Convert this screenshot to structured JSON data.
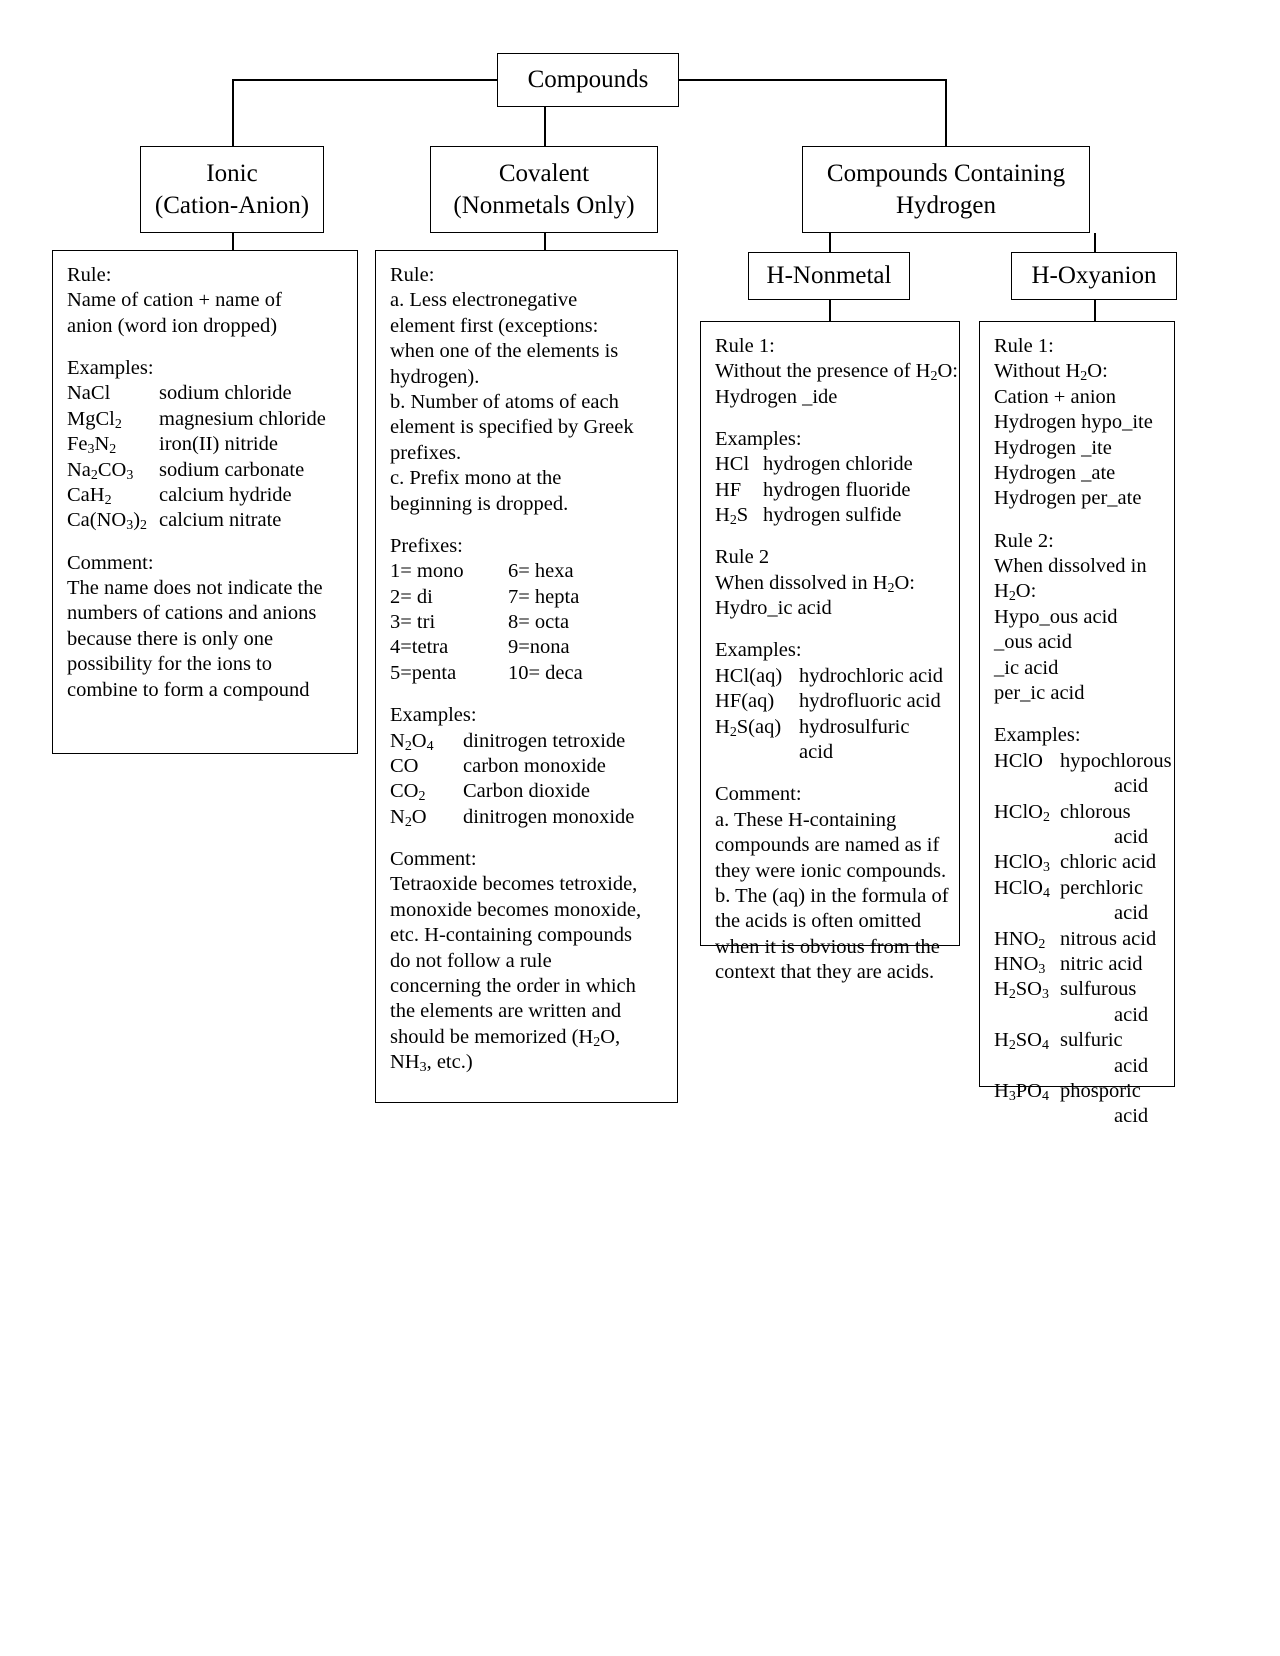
{
  "title": "Compounds naming flowchart",
  "nodes": {
    "root": "Compounds",
    "ionic_l1": "Ionic",
    "ionic_l2": "(Cation-Anion)",
    "covalent_l1": "Covalent",
    "covalent_l2": "(Nonmetals Only)",
    "hydrogen_l1": "Compounds Containing",
    "hydrogen_l2": "Hydrogen",
    "h_nonmetal": "H-Nonmetal",
    "h_oxyanion": "H-Oxyanion"
  },
  "ionic_panel": {
    "rule_heading": "Rule:",
    "rule_lines": [
      "Name of cation + name of",
      "anion (word ion dropped)"
    ],
    "examples_heading": "Examples:",
    "examples": [
      {
        "formula_html": "NaCl",
        "name": "sodium chloride"
      },
      {
        "formula_html": "MgCl<sub>2</sub>",
        "name": "magnesium chloride"
      },
      {
        "formula_html": "Fe<sub>3</sub>N<sub>2</sub>",
        "name": "iron(II) nitride"
      },
      {
        "formula_html": "Na<sub>2</sub>CO<sub>3</sub>",
        "name": "sodium carbonate"
      },
      {
        "formula_html": "CaH<sub>2</sub>",
        "name": "calcium hydride"
      },
      {
        "formula_html": "Ca(NO<sub>3</sub>)<sub>2</sub>",
        "name": "calcium nitrate"
      }
    ],
    "comment_heading": "Comment:",
    "comment_lines": [
      "The name does not indicate the",
      "numbers of cations and anions",
      "because there is only one",
      "possibility for the ions to",
      "combine to form a compound"
    ]
  },
  "covalent_panel": {
    "rule_heading": "Rule:",
    "rule_lines": [
      "a. Less electronegative",
      "element first (exceptions:",
      "when one of the elements is",
      "hydrogen).",
      "b. Number of atoms of each",
      "element is specified by Greek",
      "prefixes.",
      "c. Prefix mono at the",
      "beginning is dropped."
    ],
    "prefixes_heading": "Prefixes:",
    "prefixes": [
      {
        "left": "1= mono",
        "right": "6= hexa"
      },
      {
        "left": "2= di",
        "right": "7= hepta"
      },
      {
        "left": "3= tri",
        "right": "8= octa"
      },
      {
        "left": "4=tetra",
        "right": "9=nona"
      },
      {
        "left": "5=penta",
        "right": "10= deca"
      }
    ],
    "examples_heading": "Examples:",
    "examples": [
      {
        "formula_html": "N<sub>2</sub>O<sub>4</sub>",
        "name": "dinitrogen tetroxide"
      },
      {
        "formula_html": "CO",
        "name": "carbon monoxide"
      },
      {
        "formula_html": "CO<sub>2</sub>",
        "name": "Carbon dioxide"
      },
      {
        "formula_html": "N<sub>2</sub>O",
        "name": "dinitrogen monoxide"
      }
    ],
    "comment_heading": "Comment:",
    "comment_lines_html": [
      "Tetraoxide becomes tetroxide,",
      "monoxide becomes monoxide,",
      "etc. H-containing compounds",
      "do not follow a rule",
      "concerning the order in which",
      "the elements are written and",
      "should be memorized (H<sub>2</sub>O,",
      "NH<sub>3</sub>, etc.)"
    ]
  },
  "hnonmetal_panel": {
    "rule1_heading": "Rule 1:",
    "rule1_lines_html": [
      "Without the presence of H<sub>2</sub>O:",
      "Hydrogen _ide"
    ],
    "examples1_heading": "Examples:",
    "examples1": [
      {
        "formula_html": "HCl",
        "name": "hydrogen chloride"
      },
      {
        "formula_html": "HF",
        "name": "hydrogen fluoride"
      },
      {
        "formula_html": "H<sub>2</sub>S",
        "name": "hydrogen sulfide"
      }
    ],
    "rule2_heading": "Rule 2",
    "rule2_lines_html": [
      "When dissolved in H<sub>2</sub>O:",
      "Hydro_ic acid"
    ],
    "examples2_heading": "Examples:",
    "examples2": [
      {
        "formula_html": "HCl(aq)",
        "name": "hydrochloric acid"
      },
      {
        "formula_html": "HF(aq)",
        "name": "hydrofluoric acid"
      },
      {
        "formula_html": "H<sub>2</sub>S(aq)",
        "name": "hydrosulfuric acid"
      }
    ],
    "comment_heading": "Comment:",
    "comment_lines": [
      "a. These H-containing",
      "compounds are named as if",
      "they were ionic compounds.",
      "b. The (aq) in the formula of",
      "the acids is often omitted",
      "when it is obvious from the",
      "context that they are acids."
    ]
  },
  "hoxyanion_panel": {
    "rule1_heading": "Rule 1:",
    "rule1_lines_html": [
      "Without H<sub>2</sub>O:",
      "Cation + anion",
      "Hydrogen hypo_ite",
      "Hydrogen _ite",
      "Hydrogen _ate",
      "Hydrogen per_ate"
    ],
    "rule2_heading": "Rule 2:",
    "rule2_lines_html": [
      "When dissolved in",
      "H<sub>2</sub>O:",
      "Hypo_ous acid",
      "_ous acid",
      "_ic acid",
      "per_ic acid"
    ],
    "examples_heading": "Examples:",
    "examples": [
      {
        "formula_html": "HClO",
        "name": "hypochlorous",
        "name2": "acid"
      },
      {
        "formula_html": "HClO<sub>2</sub>",
        "name": "chlorous",
        "name2": "acid"
      },
      {
        "formula_html": "HClO<sub>3</sub>",
        "name": "chloric acid",
        "name2": ""
      },
      {
        "formula_html": "HClO<sub>4</sub>",
        "name": "perchloric",
        "name2": "acid"
      },
      {
        "formula_html": "HNO<sub>2</sub>",
        "name": "nitrous acid",
        "name2": ""
      },
      {
        "formula_html": "HNO<sub>3</sub>",
        "name": "nitric acid",
        "name2": ""
      },
      {
        "formula_html": "H<sub>2</sub>SO<sub>3</sub>",
        "name": "sulfurous",
        "name2": "acid"
      },
      {
        "formula_html": "H<sub>2</sub>SO<sub>4</sub>",
        "name": "sulfuric",
        "name2": "acid"
      },
      {
        "formula_html": "H<sub>3</sub>PO<sub>4</sub>",
        "name": "phosporic",
        "name2": "acid"
      }
    ]
  }
}
